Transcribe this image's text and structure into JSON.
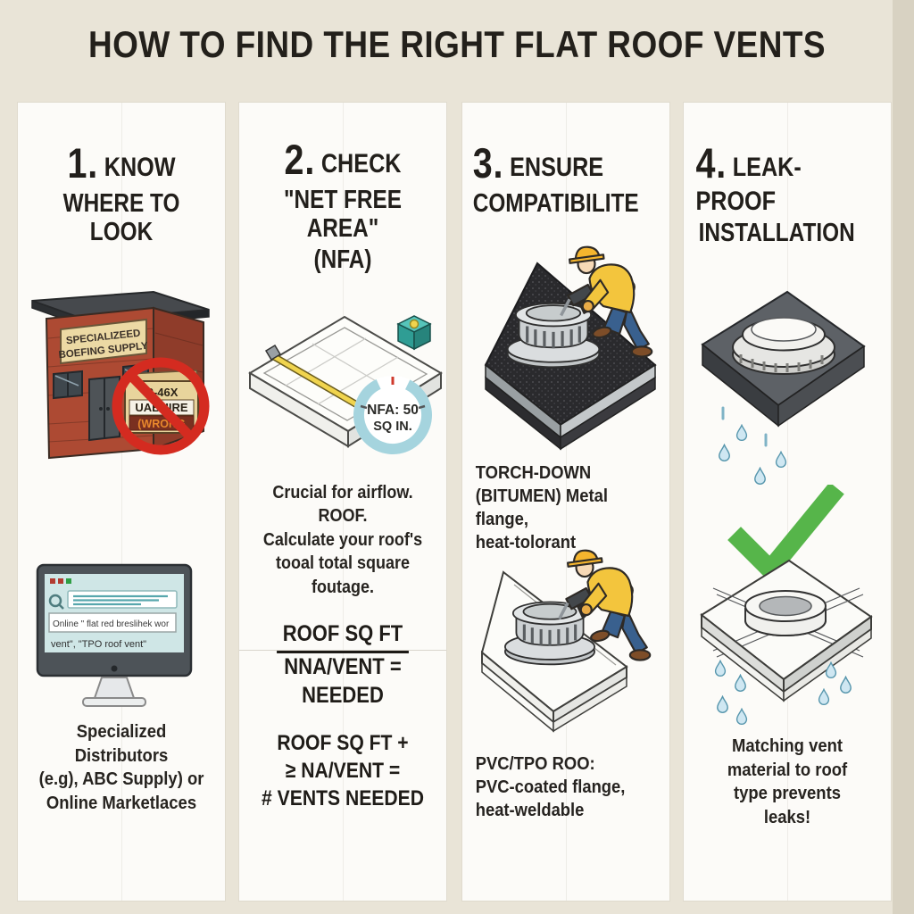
{
  "title": "HOW TO FIND THE RIGHT FLAT ROOF VENTS",
  "col1": {
    "number": "1.",
    "title_l1": "KNOW",
    "title_l2": "WHERE TO LOOK",
    "building_sign_l1": "SPECIALIZEED",
    "building_sign_l2": "BOEFING SUPPLY",
    "wrong_sign_l1": "R-46X",
    "wrong_sign_l2": "UABHIRE",
    "wrong_sign_l3": "(WRONG",
    "search_query_l1": "Online \" flat red breslihek  wor",
    "search_query_l2": "vent\",  \"TPO roof vent\"",
    "caption": [
      "Specialized Distributors",
      "(e.g), ABC Supply) or",
      "Online Marketlaces"
    ]
  },
  "col2": {
    "number": "2.",
    "title_l1": "CHECK",
    "title_l2": "\"NET FREE AREA\"",
    "title_l3": "(NFA)",
    "gauge_l1": "NFA: 50",
    "gauge_l2": "SQ IN.",
    "body": [
      "Crucial for airflow.",
      "ROOF.",
      "Calculate your roof's",
      "tooal total square",
      "foutage."
    ],
    "formula1_numerator": "ROOF SQ FT",
    "formula1_denominator": "NNA/VENT =",
    "formula1_result": "NEEDED",
    "formula2": [
      "ROOF SQ FT +",
      "≥ NA/VENT =",
      "# VENTS NEEDED"
    ]
  },
  "col3": {
    "number": "3.",
    "title_l1": "ENSURE",
    "title_l2": "COMPATIBILITE",
    "torch": [
      "TORCH-DOWN",
      "(BITUMEN) Metal flange,",
      "heat-tolorant"
    ],
    "pvc": [
      "PVC/TPO ROO:",
      "PVC-coated flange,",
      "heat-weldable"
    ]
  },
  "col4": {
    "number": "4.",
    "title_l1": "LEAK-PROOF",
    "title_l2": "INSTALLATION",
    "caption": [
      "Matching vent",
      "material to roof",
      "type prevents",
      "leaks!"
    ]
  },
  "colors": {
    "background": "#e9e4d7",
    "card": "#fcfbf8",
    "ink": "#211e1a",
    "brick_red": "#ad4a33",
    "prohibition_red": "#d42b20",
    "screen_blue": "#cfe6e6",
    "tape_yellow": "#f0d44e",
    "tape_teal": "#3fb0a8",
    "gauge_blue": "#a5d4de",
    "worker_shirt_yellow": "#f3c53d",
    "worker_jeans_blue": "#39608e",
    "check_green": "#56b54a",
    "drop_blue": "#cfe7f2"
  }
}
